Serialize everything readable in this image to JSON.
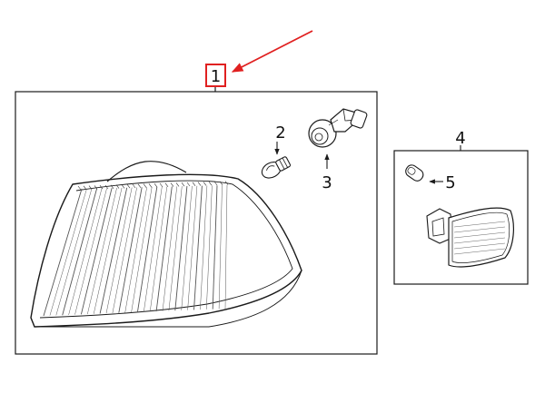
{
  "diagram": {
    "callouts": {
      "main": "1",
      "bulb": "2",
      "socket": "3",
      "side_group": "4",
      "side_bulb": "5"
    },
    "highlight_color": "#e02020",
    "line_color": "#1a1a1a"
  }
}
